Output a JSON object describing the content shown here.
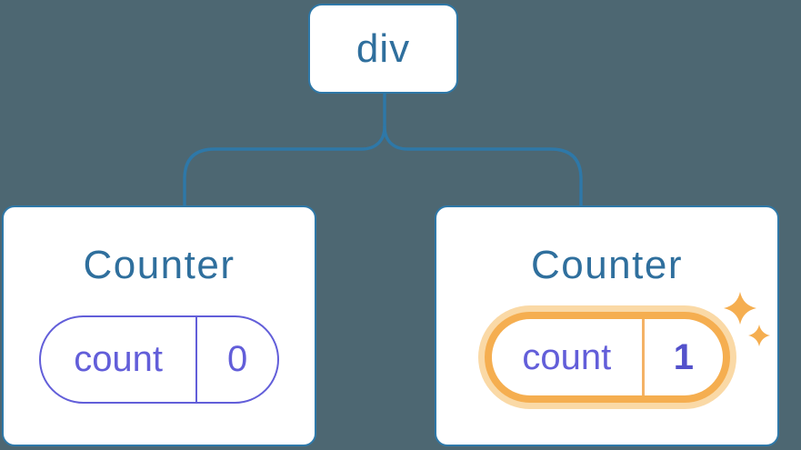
{
  "tree": {
    "root": {
      "label": "div"
    },
    "children": [
      {
        "title": "Counter",
        "state": {
          "key": "count",
          "value": "0"
        },
        "highlighted": false
      },
      {
        "title": "Counter",
        "state": {
          "key": "count",
          "value": "1"
        },
        "highlighted": true
      }
    ]
  },
  "icons": {
    "sparkles_icon": "✦✧ two four-point sparkles"
  },
  "colors": {
    "background": "#4D6772",
    "line_blue": "#2E78A8",
    "text_blue": "#2F6F9D",
    "state_purple": "#625ED9",
    "state_value_bold_purple": "#5351CB",
    "highlight_orange": "#F5AE50",
    "highlight_halo": "#FAD9A6",
    "card_background": "#FFFFFF"
  }
}
